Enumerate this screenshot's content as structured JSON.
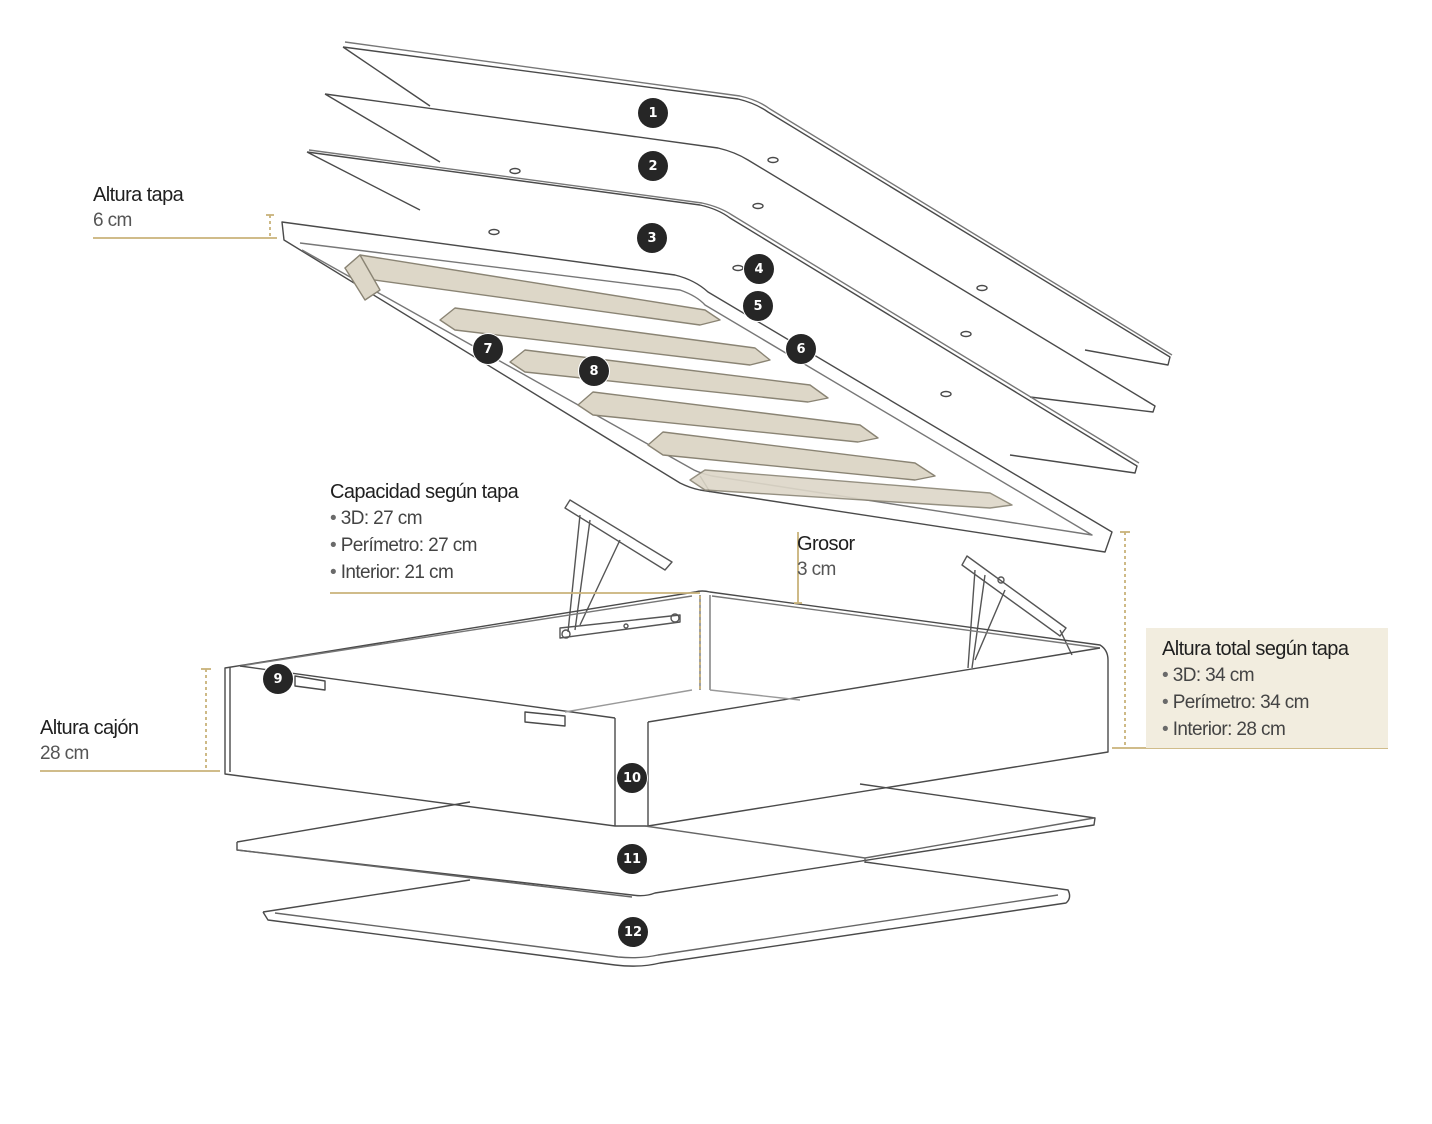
{
  "labels": {
    "altura_tapa": {
      "title": "Altura tapa",
      "value": "6 cm"
    },
    "capacidad": {
      "title": "Capacidad según tapa",
      "items": [
        "3D: 27 cm",
        "Perímetro: 27 cm",
        "Interior: 21 cm"
      ]
    },
    "grosor": {
      "title": "Grosor",
      "value": "3 cm"
    },
    "altura_total": {
      "title": "Altura total según tapa",
      "items": [
        "3D: 34 cm",
        "Perímetro: 34 cm",
        "Interior: 28 cm"
      ]
    },
    "altura_cajon": {
      "title": "Altura cajón",
      "value": "28 cm"
    }
  },
  "callouts": [
    "1",
    "2",
    "3",
    "4",
    "5",
    "6",
    "7",
    "8",
    "9",
    "10",
    "11",
    "12"
  ],
  "colors": {
    "accent_gold": "#c9b27a",
    "slat_fill": "#ddd7c8",
    "line": "#4a4a4a",
    "callout_bg": "#262626",
    "box_bg": "#f2eddf"
  }
}
